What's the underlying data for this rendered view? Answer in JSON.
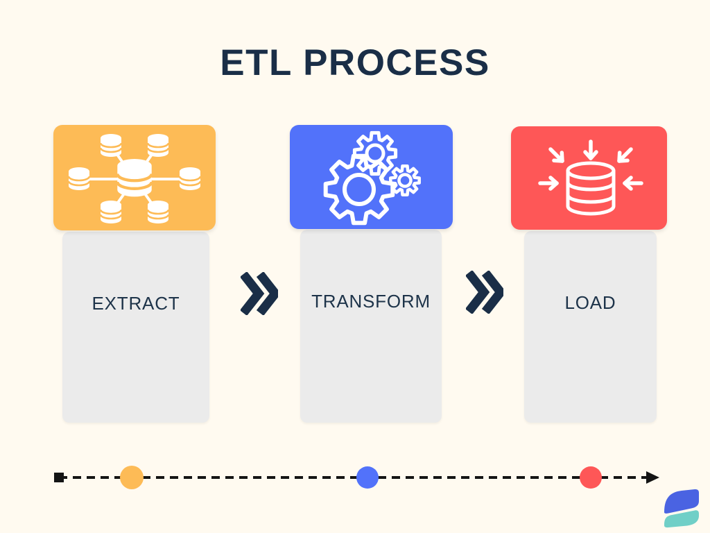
{
  "title": "ETL PROCESS",
  "title_color": "#1A2E47",
  "background": "#FFFAF0",
  "card_body_color": "#EBEBEB",
  "label_color": "#1D3349",
  "stages": [
    {
      "label": "EXTRACT",
      "color": "#FDBB56",
      "icon": "distributed-databases-icon"
    },
    {
      "label": "TRANSFORM",
      "color": "#5272FA",
      "icon": "gears-icon"
    },
    {
      "label": "LOAD",
      "color": "#FE5757",
      "icon": "database-import-icon"
    }
  ],
  "separator": {
    "glyph": "double-chevron-right",
    "color": "#1A2E47"
  },
  "timeline": {
    "start_marker": "square",
    "end_marker": "arrow",
    "line_color": "#141414",
    "dots": [
      {
        "color": "#FDBB56"
      },
      {
        "color": "#5272FA"
      },
      {
        "color": "#FE5757"
      }
    ]
  },
  "logo": {
    "name": "flair-logo",
    "colors": [
      "#4A63E2",
      "#70CFC7"
    ]
  }
}
